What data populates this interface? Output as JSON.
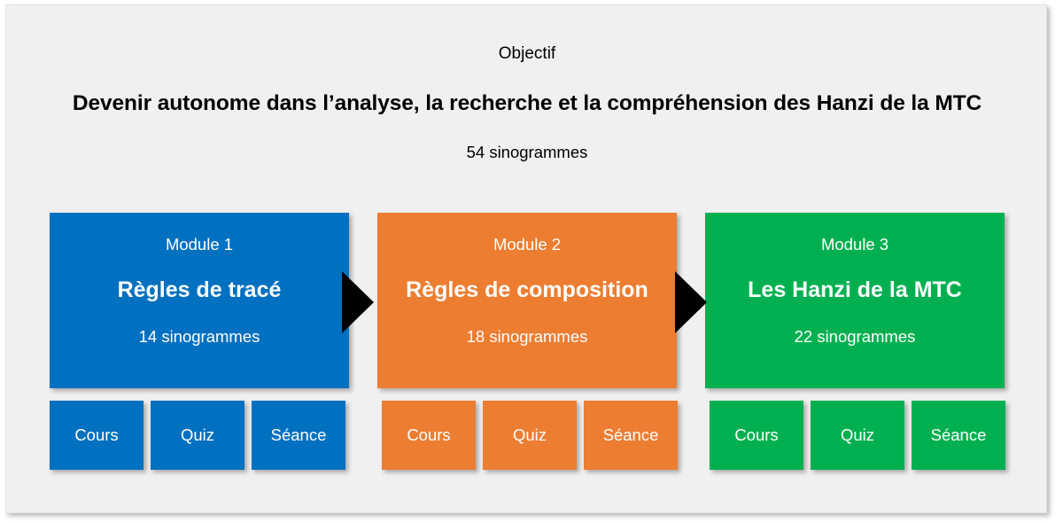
{
  "header": {
    "objective_label": "Objectif",
    "objective_title": "Devenir autonome dans l’analyse, la recherche et la compréhension des Hanzi de la MTC",
    "total_count": "54 sinogrammes"
  },
  "colors": {
    "background": "#f0f0f0",
    "module1": "#0070c0",
    "module2": "#ed7d31",
    "module3": "#00b050",
    "arrow": "#000000",
    "text_light": "#ffffff",
    "text_dark": "#000000"
  },
  "modules": [
    {
      "name": "Module 1",
      "title": "Règles de tracé",
      "count": "14 sinogrammes",
      "color": "#0070c0",
      "sub_items": [
        "Cours",
        "Quiz",
        "Séance"
      ]
    },
    {
      "name": "Module 2",
      "title": "Règles de composition",
      "count": "18 sinogrammes",
      "color": "#ed7d31",
      "sub_items": [
        "Cours",
        "Quiz",
        "Séance"
      ]
    },
    {
      "name": "Module 3",
      "title": "Les Hanzi de la MTC",
      "count": "22 sinogrammes",
      "color": "#00b050",
      "sub_items": [
        "Cours",
        "Quiz",
        "Séance"
      ]
    }
  ],
  "arrows": [
    {
      "name": "arrow-module1-to-module2"
    },
    {
      "name": "arrow-module2-to-module3"
    }
  ]
}
